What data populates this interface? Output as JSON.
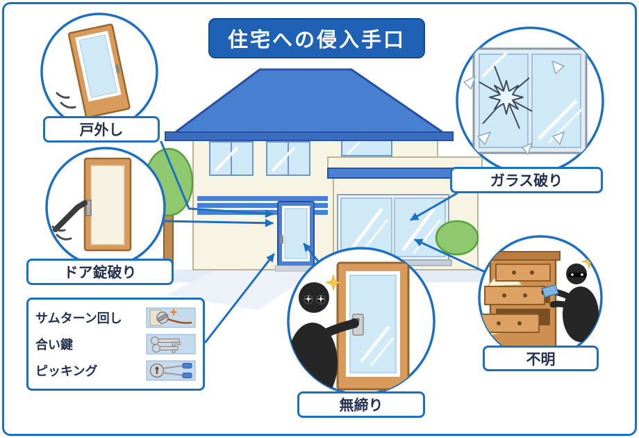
{
  "title": "住宅への侵入手口",
  "callouts": {
    "door_removal": {
      "label": "戸外し"
    },
    "lock_breaking": {
      "label": "ドア錠破り"
    },
    "glass_breaking": {
      "label": "ガラス破り"
    },
    "unknown": {
      "label": "不明"
    },
    "unlocked": {
      "label": "無締り"
    }
  },
  "method_list": {
    "items": [
      {
        "label": "サムターン回し",
        "icon": "thumbturn-tool-icon"
      },
      {
        "label": "合い鍵",
        "icon": "duplicate-keys-icon"
      },
      {
        "label": "ピッキング",
        "icon": "lock-picking-icon"
      }
    ]
  },
  "illustrations": {
    "house": "house-exterior",
    "door_removal": "door-lifted-off-hinges",
    "lock_breaking": "crowbar-prying-door-lock",
    "glass_breaking": "shattered-window-glass",
    "unknown": "burglar-searching-drawers",
    "unlocked": "burglar-opening-unlocked-door"
  },
  "colors": {
    "border_blue": "#1d6fc0",
    "title_bg": "#1f61b5",
    "roof_blue": "#4a80d2",
    "wall_cream": "#f8f4e3",
    "glass_blue": "#cfe9f7",
    "wood_brown": "#d99b5c",
    "greenery": "#8fc86e",
    "text_navy": "#233050",
    "sparkle_yellow": "#f7c948"
  }
}
